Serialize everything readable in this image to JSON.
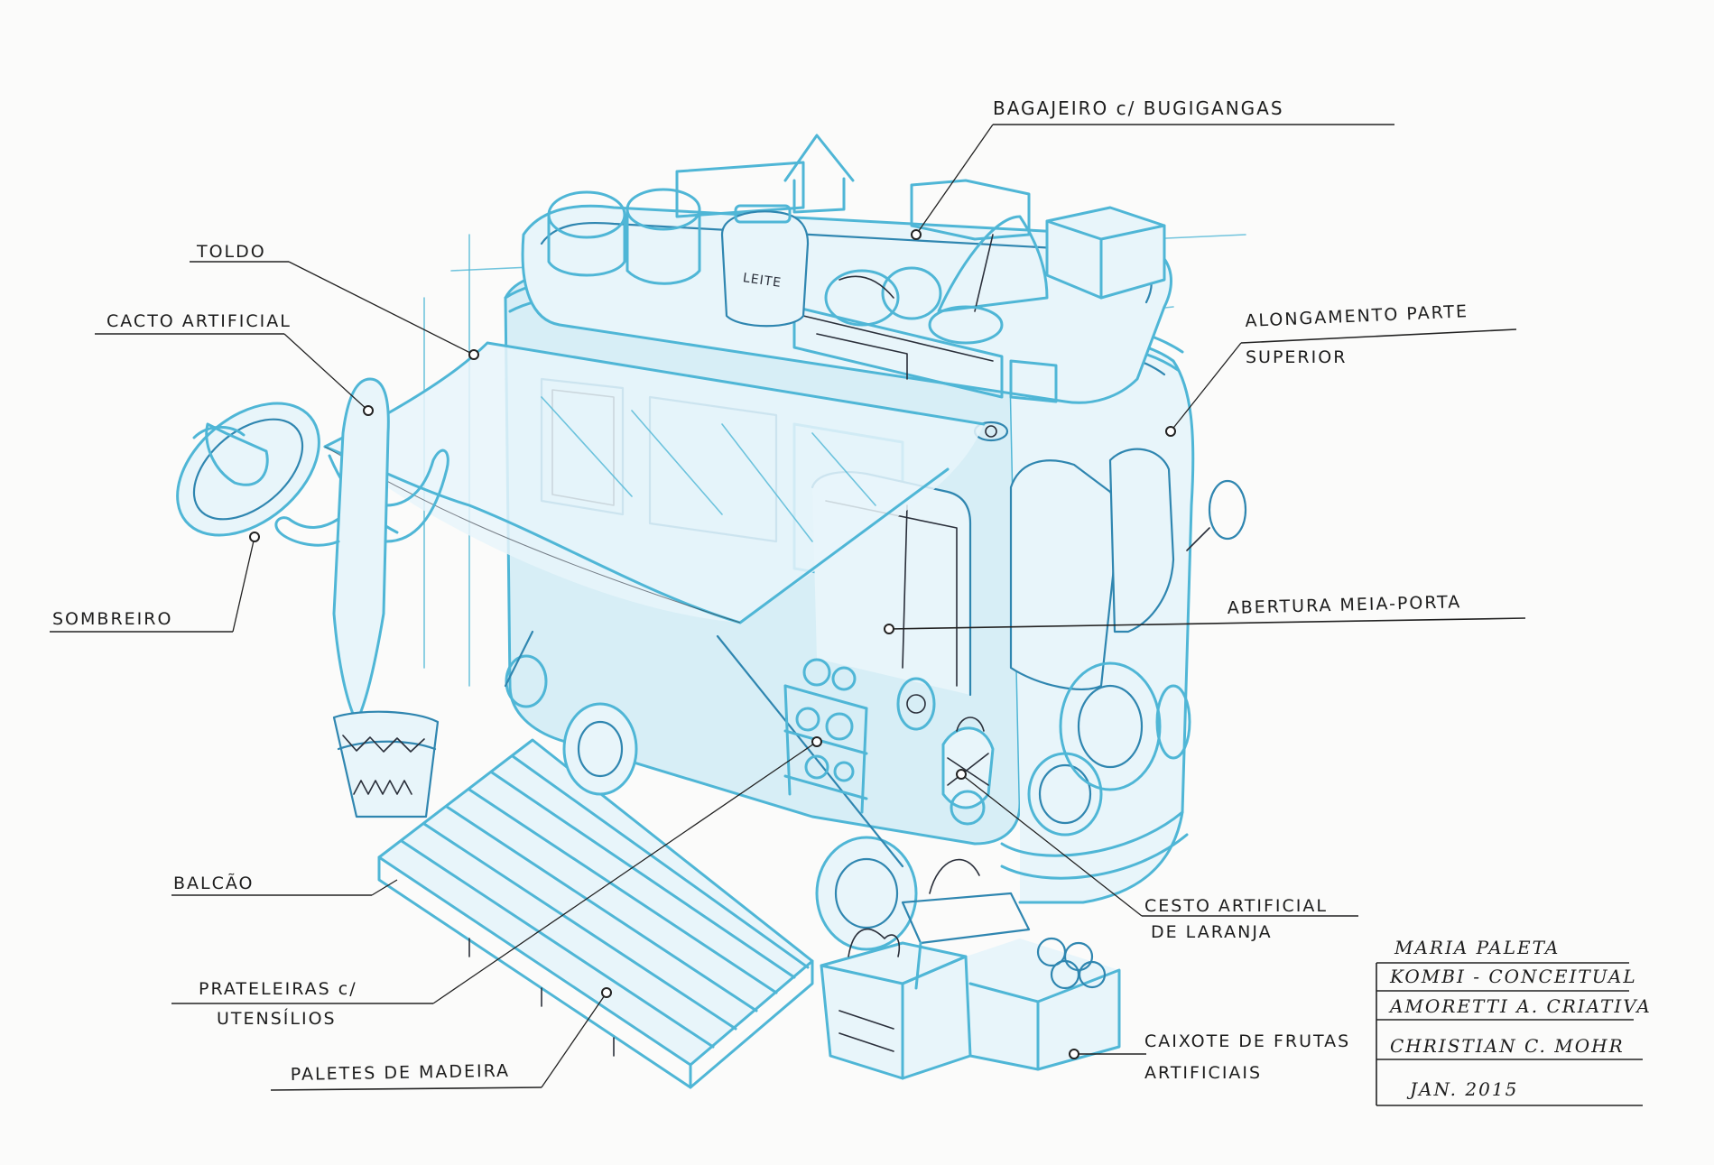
{
  "sketch": {
    "subject": "kombi-concept-sketch",
    "colors": {
      "paper": "#fbfbfa",
      "blue": "#4fb6d6",
      "blue_dark": "#2f86b0",
      "pencil": "#2a2f3a",
      "ink": "#1d1d1d"
    }
  },
  "labels": {
    "bagajeiro": "BAGAJEIRO c/ BUGIGANGAS",
    "toldo": "TOLDO",
    "cacto": "CACTO ARTIFICIAL",
    "alongamento_1": "ALONGAMENTO PARTE",
    "alongamento_2": "SUPERIOR",
    "sombreiro": "SOMBREIRO",
    "abertura": "ABERTURA MEIA-PORTA",
    "balcao": "BALCÃO",
    "cesto_1": "CESTO ARTIFICIAL",
    "cesto_2": "DE LARANJA",
    "prateleiras_1": "PRATELEIRAS c/",
    "prateleiras_2": "UTENSÍLIOS",
    "paletes": "PALETES DE MADEIRA",
    "caixote_1": "CAIXOTE DE FRUTAS",
    "caixote_2": "ARTIFICIAIS",
    "leite": "LEITE"
  },
  "title_block": {
    "line1": "MARIA PALETA",
    "line2": "KOMBI - CONCEITUAL",
    "line3": "AMORETTI A. CRIATIVA",
    "line4": "CHRISTIAN C. MOHR",
    "line5": "JAN. 2015"
  }
}
